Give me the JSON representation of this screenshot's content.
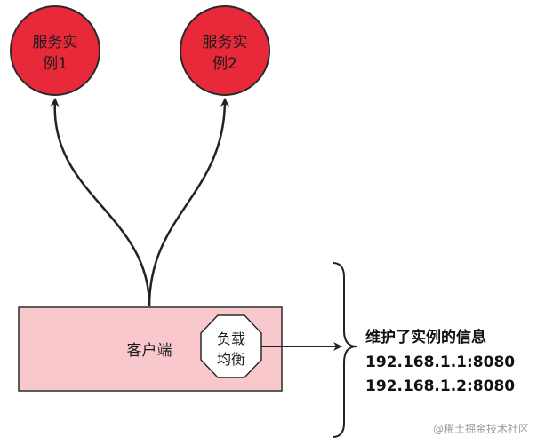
{
  "services": [
    {
      "line1": "服务实",
      "line2": "例1"
    },
    {
      "line1": "服务实",
      "line2": "例2"
    }
  ],
  "client": {
    "label": "客户端"
  },
  "load_balancer": {
    "line1": "负载",
    "line2": "均衡"
  },
  "info": {
    "title": "维护了实例的信息",
    "instances": [
      "192.168.1.1:8080",
      "192.168.1.2:8080"
    ]
  },
  "watermark": "@稀土掘金技术社区",
  "colors": {
    "service_fill": "#e8293a",
    "client_fill": "#f8c8cc",
    "line": "#222222"
  }
}
